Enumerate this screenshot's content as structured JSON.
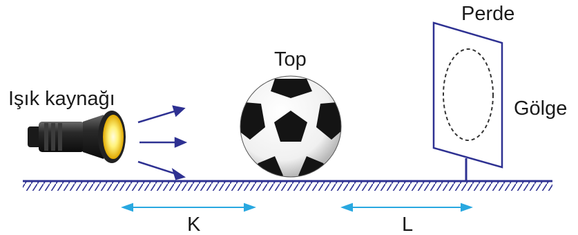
{
  "labels": {
    "light_source": "Işık kaynağı",
    "ball": "Top",
    "screen": "Perde",
    "shadow": "Gölge",
    "distance_k": "K",
    "distance_l": "L"
  },
  "colors": {
    "ground": "#2e3192",
    "ray_arrows": "#2e3192",
    "screen_frame": "#2e3192",
    "distance_arrows": "#29a8e0",
    "shadow_outline": "#333333",
    "text": "#1a1a1a"
  }
}
